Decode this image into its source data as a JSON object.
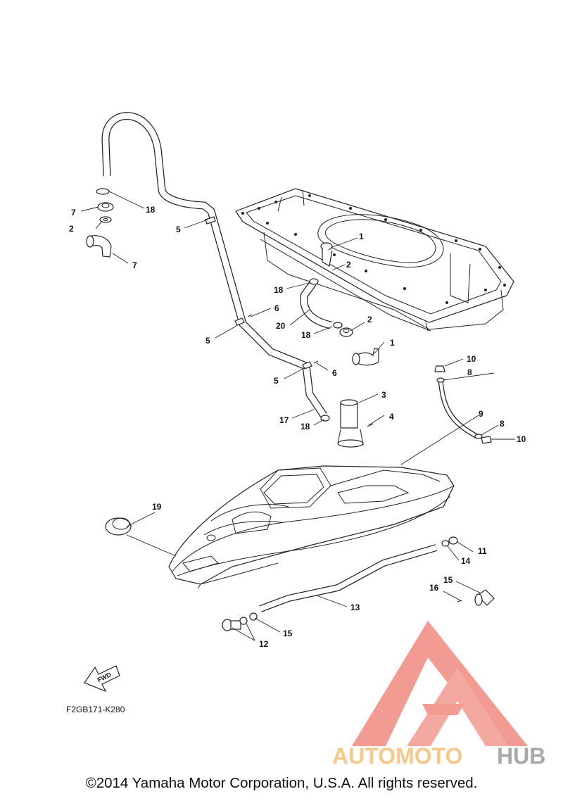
{
  "callouts": [
    {
      "id": "c1a",
      "label": "1"
    },
    {
      "id": "c1b",
      "label": "1"
    },
    {
      "id": "c2a",
      "label": "2"
    },
    {
      "id": "c2b",
      "label": "2"
    },
    {
      "id": "c2c",
      "label": "2"
    },
    {
      "id": "c3",
      "label": "3"
    },
    {
      "id": "c4",
      "label": "4"
    },
    {
      "id": "c5a",
      "label": "5"
    },
    {
      "id": "c5b",
      "label": "5"
    },
    {
      "id": "c5c",
      "label": "5"
    },
    {
      "id": "c6a",
      "label": "6"
    },
    {
      "id": "c6b",
      "label": "6"
    },
    {
      "id": "c7a",
      "label": "7"
    },
    {
      "id": "c7b",
      "label": "7"
    },
    {
      "id": "c8a",
      "label": "8"
    },
    {
      "id": "c8b",
      "label": "8"
    },
    {
      "id": "c9",
      "label": "9"
    },
    {
      "id": "c10a",
      "label": "10"
    },
    {
      "id": "c10b",
      "label": "10"
    },
    {
      "id": "c11",
      "label": "11"
    },
    {
      "id": "c12",
      "label": "12"
    },
    {
      "id": "c13",
      "label": "13"
    },
    {
      "id": "c14",
      "label": "14"
    },
    {
      "id": "c15a",
      "label": "15"
    },
    {
      "id": "c15b",
      "label": "15"
    },
    {
      "id": "c16",
      "label": "16"
    },
    {
      "id": "c17",
      "label": "17"
    },
    {
      "id": "c18a",
      "label": "18"
    },
    {
      "id": "c18b",
      "label": "18"
    },
    {
      "id": "c18c",
      "label": "18"
    },
    {
      "id": "c18d",
      "label": "18"
    },
    {
      "id": "c19",
      "label": "19"
    },
    {
      "id": "c20",
      "label": "20"
    }
  ],
  "fwd_label": "FWD",
  "diagram_code": "F2GB171-K280",
  "watermark": {
    "part1": "AUTOMOTO",
    "part2": "HUB"
  },
  "copyright": "©2014 Yamaha Motor Corporation, U.S.A. All rights reserved.",
  "colors": {
    "watermark_red": "#f08a80",
    "watermark_orange": "#f6c889",
    "watermark_gray": "#a9a9a9",
    "line": "#222222"
  }
}
